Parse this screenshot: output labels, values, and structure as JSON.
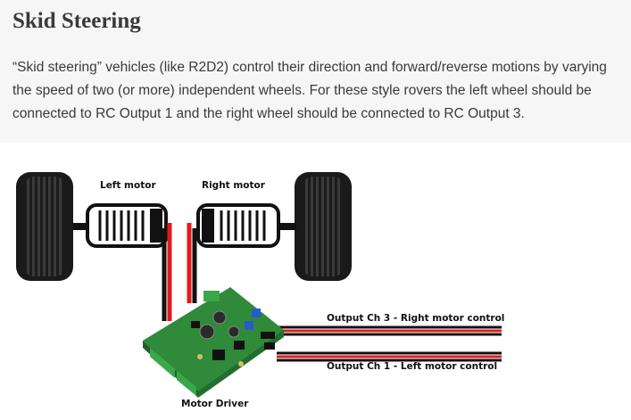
{
  "heading": "Skid Steering",
  "paragraph": "“Skid steering” vehicles (like R2D2) control their direction and forward/reverse motions by varying the speed of two (or more) independent wheels. For these style rovers the left wheel should be connected to RC Output 1 and the right wheel should be connected to RC Output 3.",
  "diagram": {
    "left_motor_label": "Left motor",
    "right_motor_label": "Right motor",
    "output_ch3_label": "Output Ch 3 - Right motor control",
    "output_ch1_label": "Output Ch 1 - Left motor control",
    "motor_driver_label": "Motor Driver",
    "colors": {
      "wire_red": "#e01a1a",
      "wire_black": "#111111",
      "board_green": "#2f8a3a"
    }
  }
}
